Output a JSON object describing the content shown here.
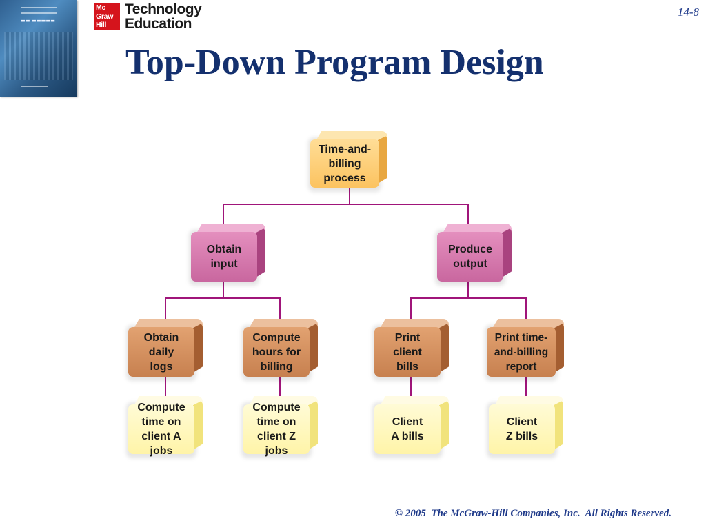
{
  "header": {
    "logo": {
      "mark_lines": [
        "Mc",
        "Graw",
        "Hill"
      ],
      "brand_lines": [
        "Technology",
        "Education"
      ]
    },
    "slide_number": "14-8",
    "title": "Top-Down Program Design"
  },
  "diagram": {
    "root": "Time-and-billing process",
    "level1": [
      "Obtain input",
      "Produce output"
    ],
    "level2": [
      "Obtain daily logs",
      "Compute hours for billing",
      "Print client bills",
      "Print time-and-billing report"
    ],
    "level3": [
      "Compute time on client A jobs",
      "Compute time on client Z jobs",
      "Client A bills",
      "Client Z bills"
    ],
    "colors": {
      "root": "#fcc360",
      "level1": "#c9679f",
      "level2": "#c7804f",
      "level3": "#fff4a8",
      "connector": "#a0157a"
    }
  },
  "footer": {
    "copyright": "© 2005  The McGraw-Hill Companies, Inc.  All Rights Reserved."
  }
}
